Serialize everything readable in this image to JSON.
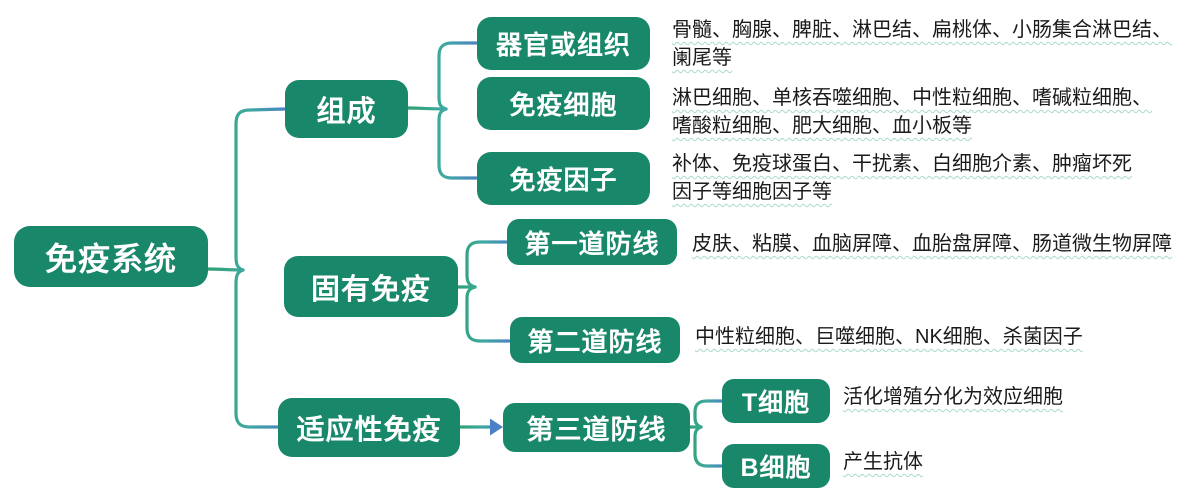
{
  "colors": {
    "node_green": "#18876a",
    "line_green": "#2ea06f",
    "line_teal": "#3fa9a2",
    "line_blue": "#4b80c7",
    "text_dark": "#1b1b1b",
    "underline": "#a9dbc9",
    "bg": "#ffffff"
  },
  "root": {
    "label": "免疫系统"
  },
  "branches": [
    {
      "label": "组成",
      "children": [
        {
          "label": "器官或组织",
          "note_lines": [
            "骨髓、胸腺、脾脏、淋巴结、扁桃体、小肠集合淋巴结、",
            "阑尾等"
          ]
        },
        {
          "label": "免疫细胞",
          "note_lines": [
            "淋巴细胞、单核吞噬细胞、中性粒细胞、嗜碱粒细胞、",
            "嗜酸粒细胞、肥大细胞、血小板等"
          ]
        },
        {
          "label": "免疫因子",
          "note_lines": [
            "补体、免疫球蛋白、干扰素、白细胞介素、肿瘤坏死",
            "因子等细胞因子等"
          ]
        }
      ]
    },
    {
      "label": "固有免疫",
      "children": [
        {
          "label": "第一道防线",
          "note_lines": [
            "皮肤、粘膜、血脑屏障、血胎盘屏障、肠道微生物屏障"
          ]
        },
        {
          "label": "第二道防线",
          "note_lines": [
            "中性粒细胞、巨噬细胞、NK细胞、杀菌因子"
          ]
        }
      ]
    },
    {
      "label": "适应性免疫",
      "children": [
        {
          "label": "第三道防线",
          "children": [
            {
              "label": "T细胞",
              "note_lines": [
                "活化增殖分化为效应细胞"
              ]
            },
            {
              "label": "B细胞",
              "note_lines": [
                "产生抗体"
              ]
            }
          ]
        }
      ]
    }
  ]
}
